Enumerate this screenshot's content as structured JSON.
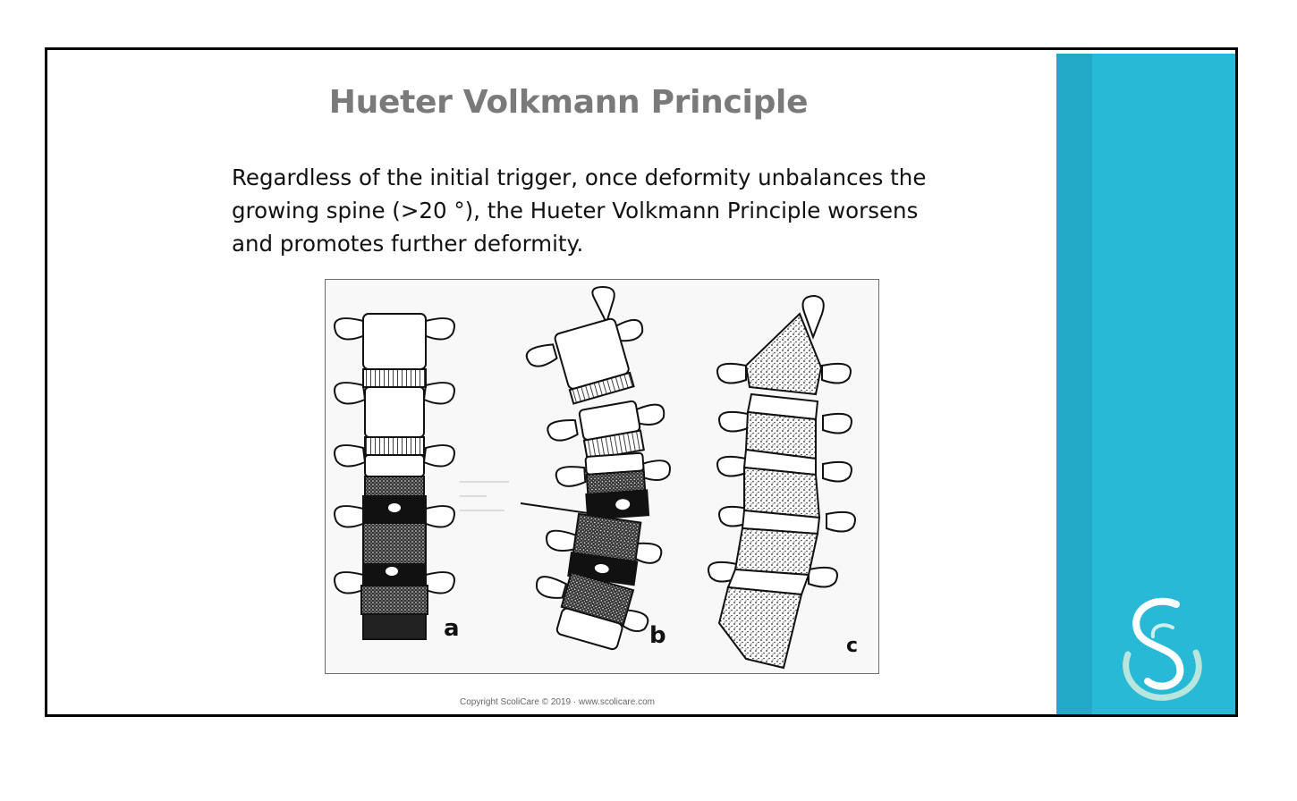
{
  "slide": {
    "title": "Hueter Volkmann Principle",
    "body": "Regardless of the initial trigger, once deformity unbalances the growing spine (>20 °), the Hueter Volkmann Principle worsens and promotes further deformity.",
    "copyright": "Copyright  ScoliCare  © 2019  ·  www.scolicare.com"
  },
  "figure": {
    "panel_labels": [
      "a",
      "b",
      "c"
    ],
    "icon": "spine-illustration"
  },
  "logo": {
    "icon": "scolicare-s-logo"
  },
  "colors": {
    "accent": "#28b9d6",
    "accent_dark": "#22a9c7",
    "title": "#7a7a7a"
  }
}
